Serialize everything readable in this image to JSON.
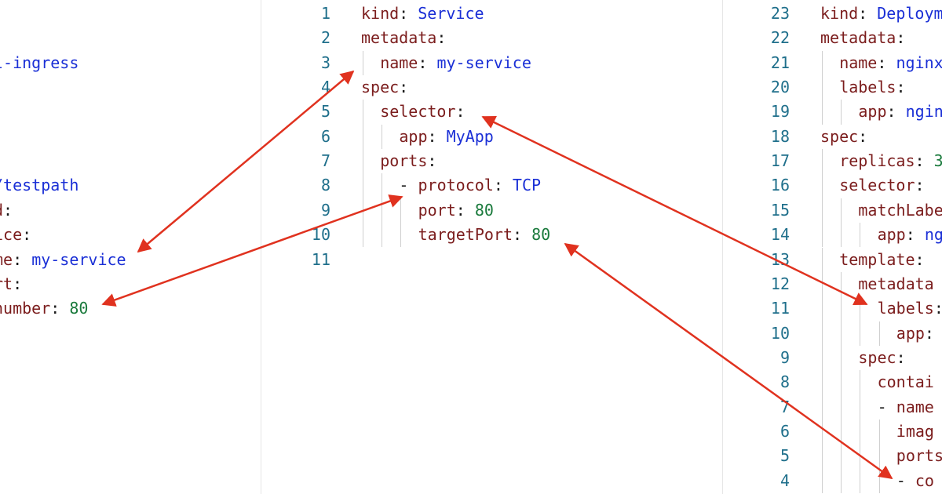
{
  "colors": {
    "key": "#7b1d1d",
    "string": "#1a2fd6",
    "number": "#1a7a3c",
    "line_number": "#1f6f8b",
    "arrow": "#e0321f"
  },
  "panes": {
    "left": {
      "lines": [
        {
          "row": 2,
          "x": -8,
          "tokens": [
            {
              "t": "l-ingress",
              "c": "str"
            }
          ]
        },
        {
          "row": 7,
          "x": -8,
          "tokens": [
            {
              "t": "/testpath",
              "c": "str"
            }
          ]
        },
        {
          "row": 8,
          "x": -8,
          "tokens": [
            {
              "t": "d",
              "c": "key"
            },
            {
              "t": ":",
              "c": "punc"
            }
          ]
        },
        {
          "row": 9,
          "x": -8,
          "tokens": [
            {
              "t": "ice",
              "c": "key"
            },
            {
              "t": ":",
              "c": "punc"
            }
          ]
        },
        {
          "row": 10,
          "x": -8,
          "tokens": [
            {
              "t": "me",
              "c": "key"
            },
            {
              "t": ": ",
              "c": "punc"
            },
            {
              "t": "my-service",
              "c": "str"
            }
          ]
        },
        {
          "row": 11,
          "x": -8,
          "tokens": [
            {
              "t": "rt",
              "c": "key"
            },
            {
              "t": ":",
              "c": "punc"
            }
          ]
        },
        {
          "row": 12,
          "x": -8,
          "tokens": [
            {
              "t": "number",
              "c": "key"
            },
            {
              "t": ": ",
              "c": "punc"
            },
            {
              "t": "80",
              "c": "num"
            }
          ]
        }
      ]
    },
    "middle": {
      "lines": [
        {
          "ln": "1",
          "indent": 0,
          "tokens": [
            {
              "t": "kind",
              "c": "key"
            },
            {
              "t": ": ",
              "c": "punc"
            },
            {
              "t": "Service",
              "c": "str"
            }
          ]
        },
        {
          "ln": "2",
          "indent": 0,
          "tokens": [
            {
              "t": "metadata",
              "c": "key"
            },
            {
              "t": ":",
              "c": "punc"
            }
          ]
        },
        {
          "ln": "3",
          "indent": 1,
          "tokens": [
            {
              "t": "name",
              "c": "key"
            },
            {
              "t": ": ",
              "c": "punc"
            },
            {
              "t": "my-service",
              "c": "str"
            }
          ]
        },
        {
          "ln": "4",
          "indent": 0,
          "tokens": [
            {
              "t": "spec",
              "c": "key"
            },
            {
              "t": ":",
              "c": "punc"
            }
          ]
        },
        {
          "ln": "5",
          "indent": 1,
          "tokens": [
            {
              "t": "selector",
              "c": "key"
            },
            {
              "t": ":",
              "c": "punc"
            }
          ]
        },
        {
          "ln": "6",
          "indent": 2,
          "tokens": [
            {
              "t": "app",
              "c": "key"
            },
            {
              "t": ": ",
              "c": "punc"
            },
            {
              "t": "MyApp",
              "c": "str"
            }
          ]
        },
        {
          "ln": "7",
          "indent": 1,
          "tokens": [
            {
              "t": "ports",
              "c": "key"
            },
            {
              "t": ":",
              "c": "punc"
            }
          ]
        },
        {
          "ln": "8",
          "indent": 2,
          "tokens": [
            {
              "t": "- ",
              "c": "punc"
            },
            {
              "t": "protocol",
              "c": "key"
            },
            {
              "t": ": ",
              "c": "punc"
            },
            {
              "t": "TCP",
              "c": "str"
            }
          ]
        },
        {
          "ln": "9",
          "indent": 3,
          "tokens": [
            {
              "t": "port",
              "c": "key"
            },
            {
              "t": ": ",
              "c": "punc"
            },
            {
              "t": "80",
              "c": "num"
            }
          ]
        },
        {
          "ln": "10",
          "indent": 3,
          "tokens": [
            {
              "t": "targetPort",
              "c": "key"
            },
            {
              "t": ": ",
              "c": "punc"
            },
            {
              "t": "80",
              "c": "num"
            }
          ]
        },
        {
          "ln": "11",
          "indent": 0,
          "tokens": []
        }
      ]
    },
    "right": {
      "lines": [
        {
          "ln": "23",
          "indent": 0,
          "tokens": [
            {
              "t": "kind",
              "c": "key"
            },
            {
              "t": ": ",
              "c": "punc"
            },
            {
              "t": "Deploym",
              "c": "str"
            }
          ]
        },
        {
          "ln": "22",
          "indent": 0,
          "tokens": [
            {
              "t": "metadata",
              "c": "key"
            },
            {
              "t": ":",
              "c": "punc"
            }
          ]
        },
        {
          "ln": "21",
          "indent": 1,
          "tokens": [
            {
              "t": "name",
              "c": "key"
            },
            {
              "t": ": ",
              "c": "punc"
            },
            {
              "t": "nginx",
              "c": "str"
            }
          ]
        },
        {
          "ln": "20",
          "indent": 1,
          "tokens": [
            {
              "t": "labels",
              "c": "key"
            },
            {
              "t": ":",
              "c": "punc"
            }
          ]
        },
        {
          "ln": "19",
          "indent": 2,
          "tokens": [
            {
              "t": "app",
              "c": "key"
            },
            {
              "t": ": ",
              "c": "punc"
            },
            {
              "t": "ngin",
              "c": "str"
            }
          ]
        },
        {
          "ln": "18",
          "indent": 0,
          "tokens": [
            {
              "t": "spec",
              "c": "key"
            },
            {
              "t": ":",
              "c": "punc"
            }
          ]
        },
        {
          "ln": "17",
          "indent": 1,
          "tokens": [
            {
              "t": "replicas",
              "c": "key"
            },
            {
              "t": ": ",
              "c": "punc"
            },
            {
              "t": "3",
              "c": "num"
            }
          ]
        },
        {
          "ln": "16",
          "indent": 1,
          "tokens": [
            {
              "t": "selector",
              "c": "key"
            },
            {
              "t": ":",
              "c": "punc"
            }
          ]
        },
        {
          "ln": "15",
          "indent": 2,
          "tokens": [
            {
              "t": "matchLabe",
              "c": "key"
            }
          ]
        },
        {
          "ln": "14",
          "indent": 3,
          "tokens": [
            {
              "t": "app",
              "c": "key"
            },
            {
              "t": ": ",
              "c": "punc"
            },
            {
              "t": "ng",
              "c": "str"
            }
          ]
        },
        {
          "ln": "13",
          "indent": 1,
          "tokens": [
            {
              "t": "template",
              "c": "key"
            },
            {
              "t": ":",
              "c": "punc"
            }
          ]
        },
        {
          "ln": "12",
          "indent": 2,
          "tokens": [
            {
              "t": "metadata",
              "c": "key"
            }
          ]
        },
        {
          "ln": "11",
          "indent": 3,
          "tokens": [
            {
              "t": "labels",
              "c": "key"
            },
            {
              "t": ":",
              "c": "punc"
            }
          ]
        },
        {
          "ln": "10",
          "indent": 4,
          "tokens": [
            {
              "t": "app",
              "c": "key"
            },
            {
              "t": ":",
              "c": "punc"
            }
          ]
        },
        {
          "ln": "9",
          "indent": 2,
          "tokens": [
            {
              "t": "spec",
              "c": "key"
            },
            {
              "t": ":",
              "c": "punc"
            }
          ]
        },
        {
          "ln": "8",
          "indent": 3,
          "tokens": [
            {
              "t": "contai",
              "c": "key"
            }
          ]
        },
        {
          "ln": "7",
          "indent": 3,
          "tokens": [
            {
              "t": "- ",
              "c": "punc"
            },
            {
              "t": "name",
              "c": "key"
            }
          ]
        },
        {
          "ln": "6",
          "indent": 4,
          "tokens": [
            {
              "t": "imag",
              "c": "key"
            }
          ]
        },
        {
          "ln": "5",
          "indent": 4,
          "tokens": [
            {
              "t": "ports",
              "c": "key"
            }
          ]
        },
        {
          "ln": "4",
          "indent": 4,
          "tokens": [
            {
              "t": "- ",
              "c": "punc"
            },
            {
              "t": "co",
              "c": "key"
            }
          ]
        }
      ]
    }
  }
}
